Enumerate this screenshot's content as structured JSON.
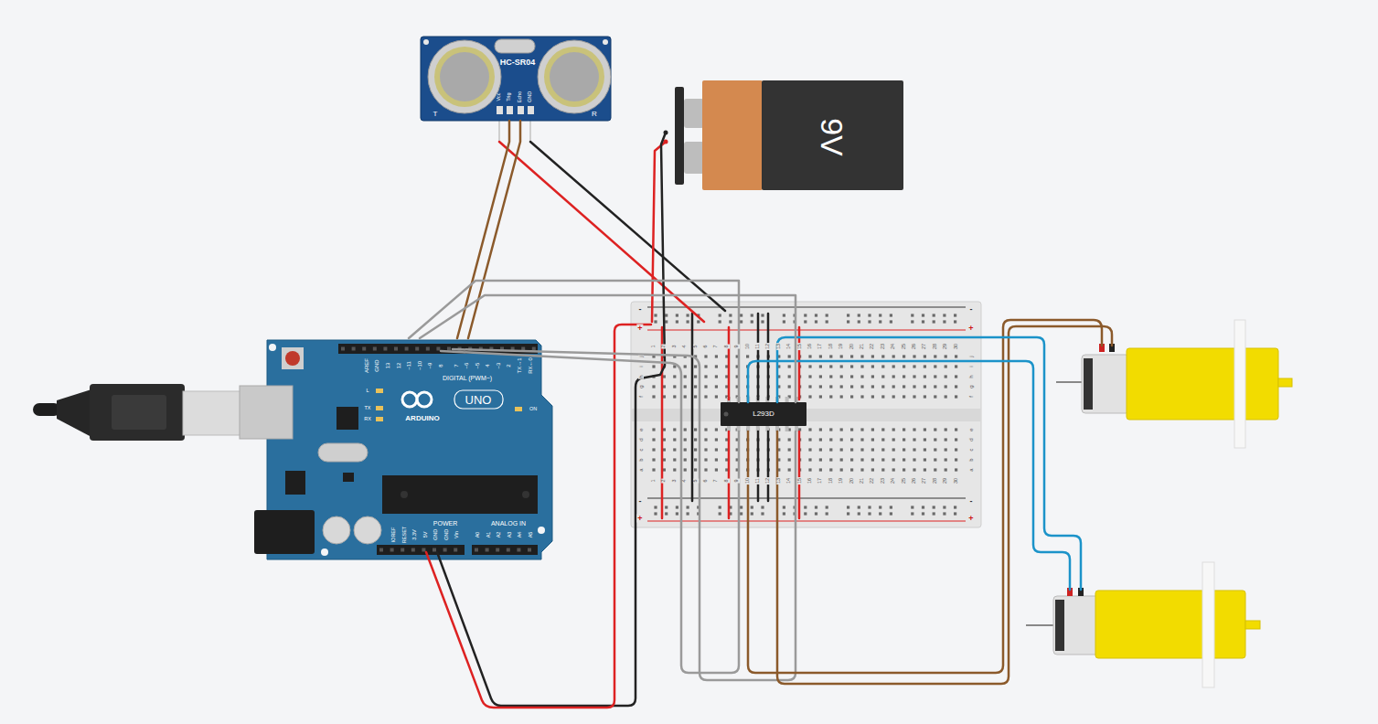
{
  "diagram": {
    "nodes": [
      {
        "text": [
          "HC-SR04"
        ]
      },
      {
        "text": [
          "9V"
        ]
      },
      {
        "text": [
          "UNO"
        ]
      },
      {
        "text": [
          "L293D"
        ]
      }
    ],
    "edges": [
      {
        "from": 0,
        "to": 2,
        "arrow": "none"
      },
      {
        "from": 2,
        "to": 3,
        "arrow": "none"
      }
    ],
    "labels": [
      "Vcc",
      "Trig",
      "Echo",
      "GND",
      "T",
      "R",
      "AREF",
      "GND",
      "13",
      "12",
      "~11",
      "~10",
      "~9",
      "8",
      "7",
      "~6",
      "~5",
      "4",
      "~3",
      "2",
      "TX→1",
      "RX←0",
      "DIGITAL (PWM~)",
      "L",
      "TX",
      "RX",
      "ARDUINO",
      "ON",
      "IOREF",
      "RESET",
      "3.3V",
      "5V",
      "GND",
      "GND",
      "Vin",
      "POWER",
      "ANALOG IN",
      "A0",
      "A1",
      "A2",
      "A3",
      "A4",
      "A5",
      "-",
      "+",
      "-",
      "+",
      "-",
      "+",
      "-",
      "+",
      "1",
      "2",
      "3",
      "4",
      "5",
      "6",
      "7",
      "8",
      "9",
      "10",
      "11",
      "12",
      "13",
      "14",
      "15",
      "16",
      "17",
      "18",
      "19",
      "20",
      "21",
      "22",
      "23",
      "24",
      "25",
      "26",
      "27",
      "28",
      "29",
      "30",
      "1",
      "2",
      "3",
      "4",
      "5",
      "6",
      "7",
      "8",
      "9",
      "10",
      "11",
      "12",
      "13",
      "14",
      "15",
      "16",
      "17",
      "18",
      "19",
      "20",
      "21",
      "22",
      "23",
      "24",
      "25",
      "26",
      "27",
      "28",
      "29",
      "30",
      "j",
      "i",
      "h",
      "g",
      "f",
      "e",
      "d",
      "c",
      "b",
      "a",
      "j",
      "i",
      "h",
      "g",
      "f",
      "e",
      "d",
      "c",
      "b",
      "a"
    ]
  }
}
